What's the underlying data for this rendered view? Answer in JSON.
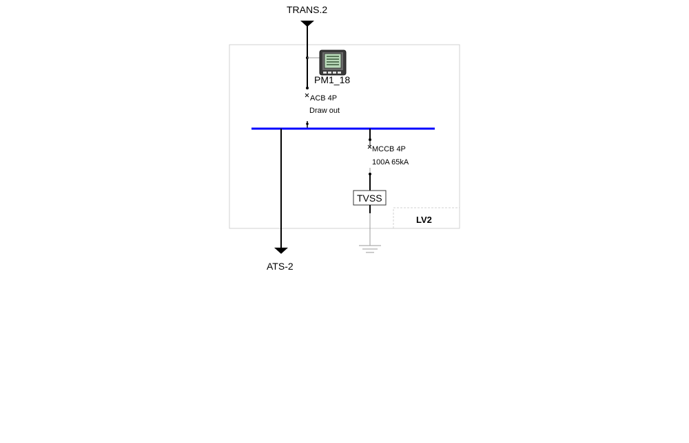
{
  "diagram": {
    "source_label": "TRANS.2",
    "meter": {
      "label": "PM1_18",
      "icon": "power-meter-icon"
    },
    "main_breaker": {
      "line1": "ACB 4P",
      "line2": "Draw out"
    },
    "branch_breaker": {
      "line1": "MCCB 4P",
      "line2": "100A 65kA"
    },
    "surge_device": "TVSS",
    "panel_label": "LV2",
    "outgoing_label": "ATS-2",
    "colors": {
      "busbar": "#0000ff",
      "wire": "#000000",
      "frame": "#d0d0d0",
      "ground": "#999999"
    }
  }
}
